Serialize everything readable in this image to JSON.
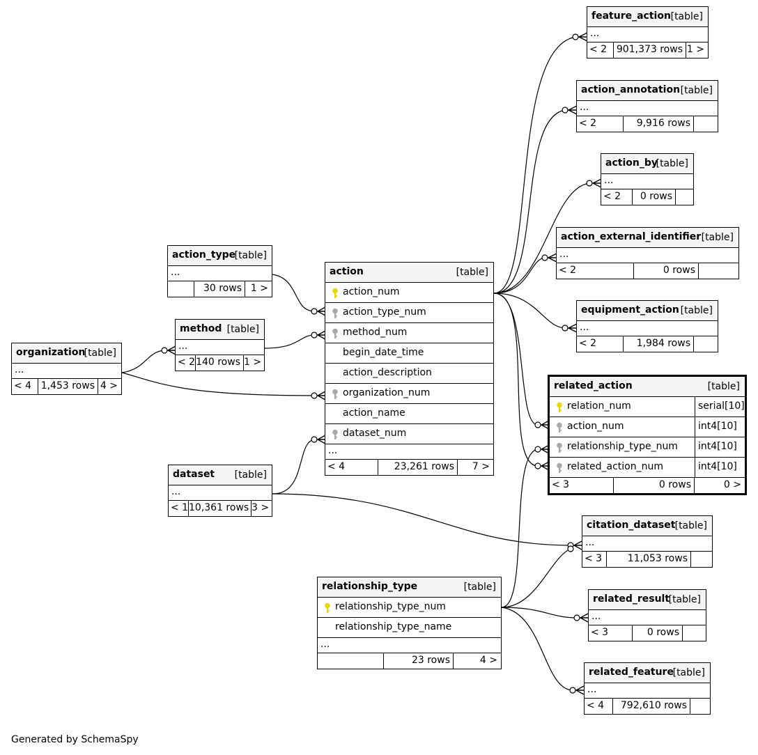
{
  "table_type_label": "[table]",
  "ellipsis": "...",
  "caption": "Generated by SchemaSpy",
  "colors": {
    "primary_key": "#e6d800",
    "foreign_key": "#a8a8a8",
    "header_bg": "#f4f4f4"
  },
  "tables": {
    "feature_action": {
      "name": "feature_action",
      "parents": "< 2",
      "rows": "901,373 rows",
      "children": "1 >"
    },
    "action_annotation": {
      "name": "action_annotation",
      "parents": "< 2",
      "rows": "9,916 rows",
      "children": ""
    },
    "action_by": {
      "name": "action_by",
      "parents": "< 2",
      "rows": "0 rows",
      "children": ""
    },
    "action_external_identifier": {
      "name": "action_external_identifier",
      "parents": "< 2",
      "rows": "0 rows",
      "children": ""
    },
    "equipment_action": {
      "name": "equipment_action",
      "parents": "< 2",
      "rows": "1,984 rows",
      "children": ""
    },
    "action_type": {
      "name": "action_type",
      "parents": "",
      "rows": "30 rows",
      "children": "1 >"
    },
    "method": {
      "name": "method",
      "parents": "< 2",
      "rows": "140 rows",
      "children": "1 >"
    },
    "organization": {
      "name": "organization",
      "parents": "< 4",
      "rows": "1,453 rows",
      "children": "4 >"
    },
    "dataset": {
      "name": "dataset",
      "parents": "< 1",
      "rows": "10,361 rows",
      "children": "3 >"
    },
    "action": {
      "name": "action",
      "parents": "< 4",
      "rows": "23,261 rows",
      "children": "7 >",
      "columns": [
        {
          "name": "action_num",
          "key": "primary"
        },
        {
          "name": "action_type_num",
          "key": "foreign"
        },
        {
          "name": "method_num",
          "key": "foreign"
        },
        {
          "name": "begin_date_time",
          "key": "none"
        },
        {
          "name": "action_description",
          "key": "none"
        },
        {
          "name": "organization_num",
          "key": "foreign"
        },
        {
          "name": "action_name",
          "key": "none"
        },
        {
          "name": "dataset_num",
          "key": "foreign"
        }
      ]
    },
    "related_action": {
      "name": "related_action",
      "parents": "< 3",
      "rows": "0 rows",
      "children": "0 >",
      "columns": [
        {
          "name": "relation_num",
          "type": "serial[10]",
          "key": "primary"
        },
        {
          "name": "action_num",
          "type": "int4[10]",
          "key": "foreign"
        },
        {
          "name": "relationship_type_num",
          "type": "int4[10]",
          "key": "foreign"
        },
        {
          "name": "related_action_num",
          "type": "int4[10]",
          "key": "foreign"
        }
      ]
    },
    "citation_dataset": {
      "name": "citation_dataset",
      "parents": "< 3",
      "rows": "11,053 rows",
      "children": ""
    },
    "related_result": {
      "name": "related_result",
      "parents": "< 3",
      "rows": "0 rows",
      "children": ""
    },
    "related_feature": {
      "name": "related_feature",
      "parents": "< 4",
      "rows": "792,610 rows",
      "children": ""
    },
    "relationship_type": {
      "name": "relationship_type",
      "parents": "",
      "rows": "23 rows",
      "children": "4 >",
      "columns": [
        {
          "name": "relationship_type_num",
          "key": "primary"
        },
        {
          "name": "relationship_type_name",
          "key": "none"
        }
      ]
    }
  }
}
